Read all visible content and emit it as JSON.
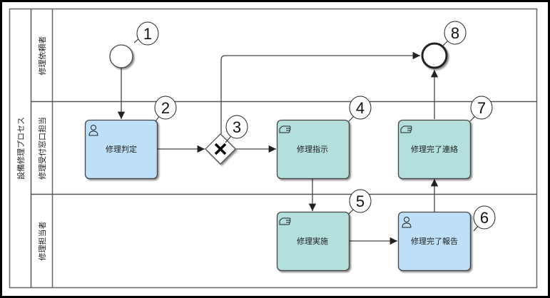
{
  "pool": {
    "label": "設備修理プロセス"
  },
  "lanes": [
    {
      "label": "修理依頼者"
    },
    {
      "label": "修理受付窓口担当"
    },
    {
      "label": "修理担当者"
    }
  ],
  "elements": {
    "start_event": {
      "type": "start-event",
      "callout": "1"
    },
    "task_judge": {
      "type": "user-task",
      "label": "修理判定",
      "callout": "2",
      "color": "#bde0f8"
    },
    "gateway": {
      "type": "exclusive-gateway",
      "callout": "3"
    },
    "task_instruct": {
      "type": "manual-task",
      "label": "修理指示",
      "callout": "4",
      "color": "#b3dfdc"
    },
    "task_execute": {
      "type": "manual-task",
      "label": "修理実施",
      "callout": "5",
      "color": "#b3dfdc"
    },
    "task_report": {
      "type": "user-task",
      "label": "修理完了報告",
      "callout": "6",
      "color": "#bde0f8"
    },
    "task_notify": {
      "type": "manual-task",
      "label": "修理完了連絡",
      "callout": "7",
      "color": "#b3dfdc"
    },
    "end_event": {
      "type": "end-event",
      "callout": "8"
    }
  },
  "flows": [
    {
      "from": "start_event",
      "to": "task_judge"
    },
    {
      "from": "task_judge",
      "to": "gateway"
    },
    {
      "from": "gateway",
      "to": "task_instruct"
    },
    {
      "from": "gateway",
      "to": "end_event"
    },
    {
      "from": "task_instruct",
      "to": "task_execute"
    },
    {
      "from": "task_execute",
      "to": "task_report"
    },
    {
      "from": "task_report",
      "to": "task_notify"
    },
    {
      "from": "task_notify",
      "to": "end_event"
    }
  ]
}
